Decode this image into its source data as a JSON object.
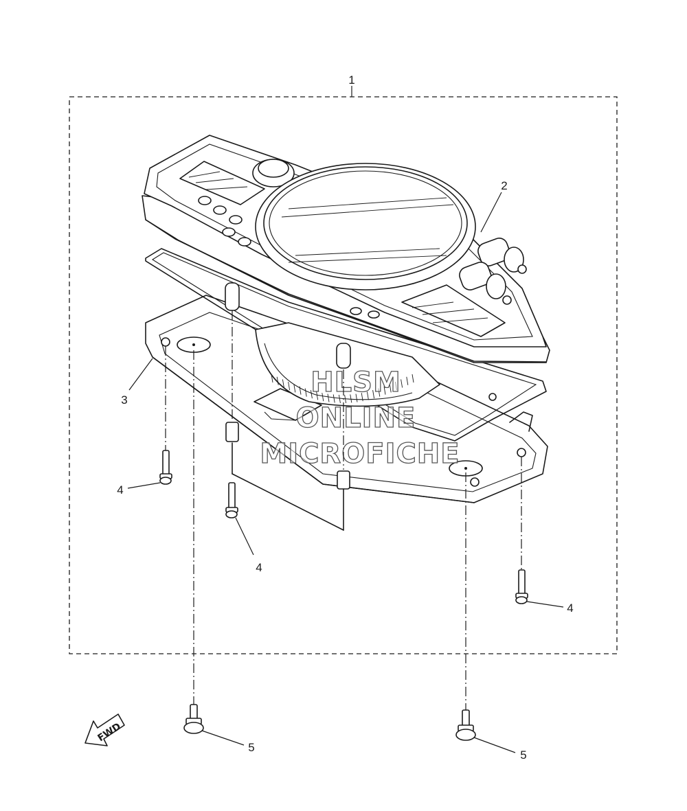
{
  "callouts": [
    {
      "id": "c1",
      "label": "1"
    },
    {
      "id": "c2",
      "label": "2"
    },
    {
      "id": "c3",
      "label": "3"
    },
    {
      "id": "c4a",
      "label": "4"
    },
    {
      "id": "c4b",
      "label": "4"
    },
    {
      "id": "c4c",
      "label": "4"
    },
    {
      "id": "c5a",
      "label": "5"
    },
    {
      "id": "c5b",
      "label": "5"
    }
  ],
  "watermark": {
    "line1": "HLSM",
    "line2": "ONLINE",
    "line3": "MICROFICHE"
  },
  "direction_arrow": {
    "label": "FWD",
    "icon": "fwd-arrow-icon"
  }
}
